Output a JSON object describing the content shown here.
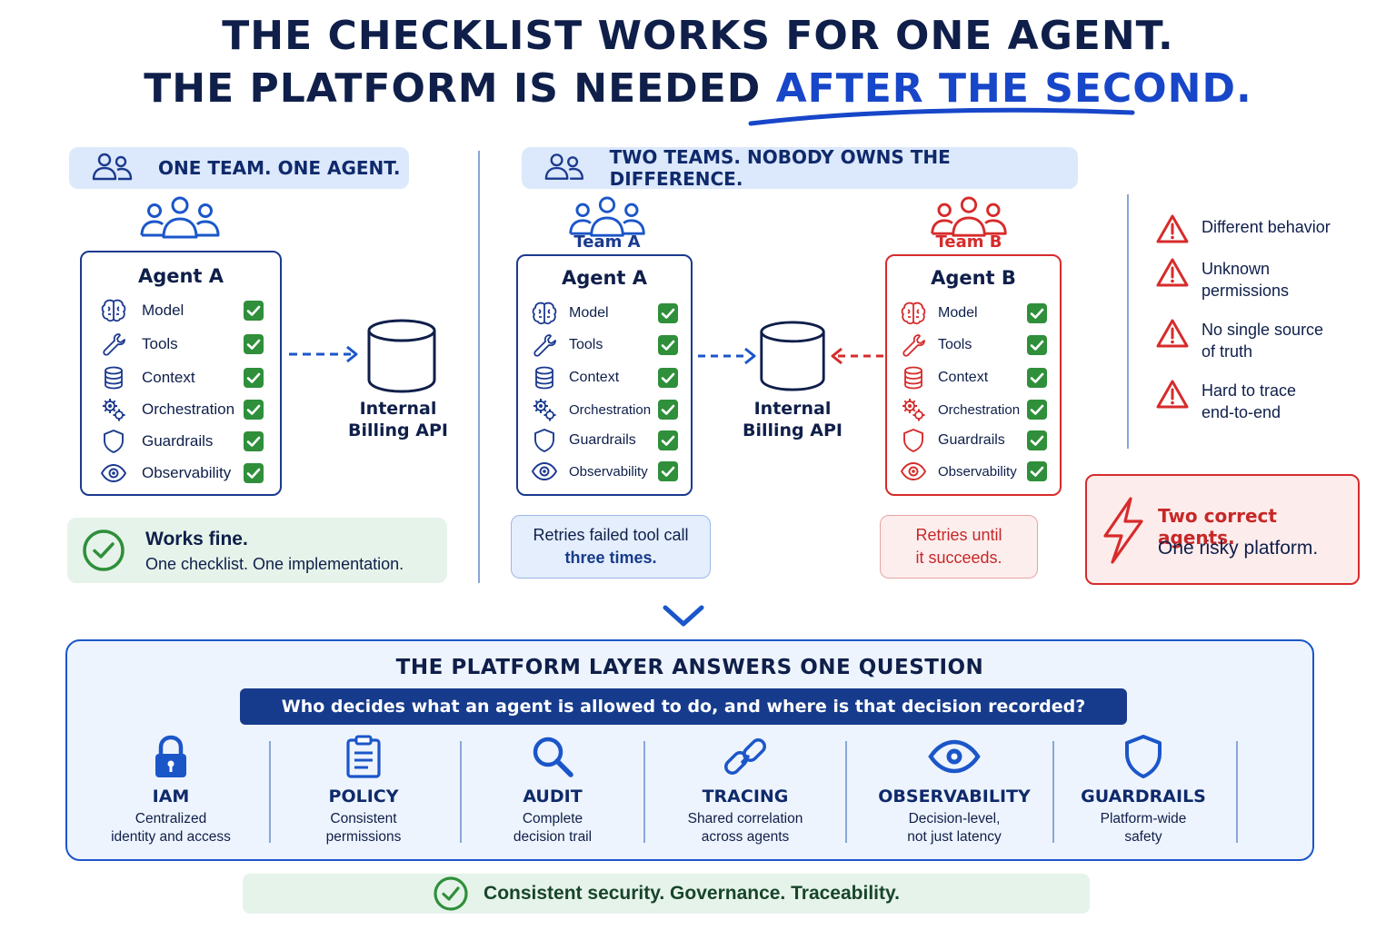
{
  "title": {
    "line1": "THE CHECKLIST WORKS FOR ONE AGENT.",
    "line2_prefix": "THE PLATFORM IS NEEDED ",
    "line2_highlight": "AFTER THE SECOND."
  },
  "left_section": {
    "header": "ONE TEAM. ONE AGENT.",
    "agent_title": "Agent A",
    "checklist": [
      "Model",
      "Tools",
      "Context",
      "Orchestration",
      "Guardrails",
      "Observability"
    ],
    "api_label_line1": "Internal",
    "api_label_line2": "Billing API",
    "result_title": "Works fine.",
    "result_sub": "One checklist. One implementation."
  },
  "right_section": {
    "header": "TWO TEAMS.  NOBODY OWNS THE DIFFERENCE.",
    "team_a_label": "Team A",
    "team_b_label": "Team B",
    "agent_a_title": "Agent A",
    "agent_b_title": "Agent B",
    "checklist": [
      "Model",
      "Tools",
      "Context",
      "Orchestration",
      "Guardrails",
      "Observability"
    ],
    "api_label_line1": "Internal",
    "api_label_line2": "Billing API",
    "note_a_line1": "Retries failed tool call",
    "note_a_line2": "three times.",
    "note_b_line1": "Retries until",
    "note_b_line2": "it succeeds.",
    "warnings": [
      {
        "line1": "Different behavior",
        "line2": ""
      },
      {
        "line1": "Unknown",
        "line2": "permissions"
      },
      {
        "line1": "No single source",
        "line2": "of truth"
      },
      {
        "line1": "Hard to trace",
        "line2": "end-to-end"
      }
    ],
    "risk_title": "Two correct agents.",
    "risk_sub": "One risky platform."
  },
  "platform": {
    "title": "THE PLATFORM LAYER ANSWERS ONE QUESTION",
    "question": "Who decides what an agent is allowed to do, and where is that decision recorded?",
    "capabilities": [
      {
        "icon": "lock-icon",
        "name": "IAM",
        "desc1": "Centralized",
        "desc2": "identity and access"
      },
      {
        "icon": "clipboard-icon",
        "name": "POLICY",
        "desc1": "Consistent",
        "desc2": "permissions"
      },
      {
        "icon": "search-icon",
        "name": "AUDIT",
        "desc1": "Complete",
        "desc2": "decision trail"
      },
      {
        "icon": "link-icon",
        "name": "TRACING",
        "desc1": "Shared correlation",
        "desc2": "across agents"
      },
      {
        "icon": "eye-icon",
        "name": "OBSERVABILITY",
        "desc1": "Decision-level,",
        "desc2": "not just latency"
      },
      {
        "icon": "shield-icon",
        "name": "GUARDRAILS",
        "desc1": "Platform-wide",
        "desc2": "safety"
      }
    ]
  },
  "footer": "Consistent security.  Governance.  Traceability.",
  "colors": {
    "navy": "#0f1f4a",
    "accent_blue": "#1746c9",
    "alert_red": "#d72b2b",
    "check_green": "#2f8f3a"
  }
}
